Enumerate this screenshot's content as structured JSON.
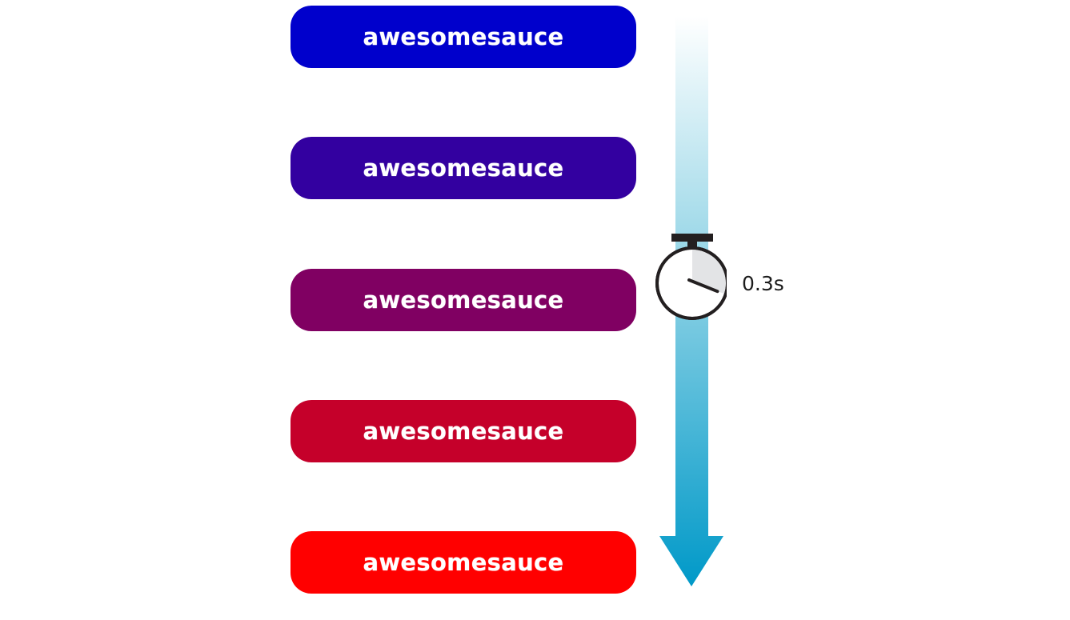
{
  "buttons": [
    {
      "label": "awesomesauce",
      "color": "#0000CC"
    },
    {
      "label": "awesomesauce",
      "color": "#3300A0"
    },
    {
      "label": "awesomesauce",
      "color": "#800062"
    },
    {
      "label": "awesomesauce",
      "color": "#C5002A"
    },
    {
      "label": "awesomesauce",
      "color": "#FF0000"
    }
  ],
  "arrow": {
    "gradient_top_color": "#FFFFFF",
    "gradient_bottom_color": "#0099C8"
  },
  "timer": {
    "label": "0.3s",
    "elapsed_fraction": 0.3,
    "icon": "stopwatch-icon"
  }
}
